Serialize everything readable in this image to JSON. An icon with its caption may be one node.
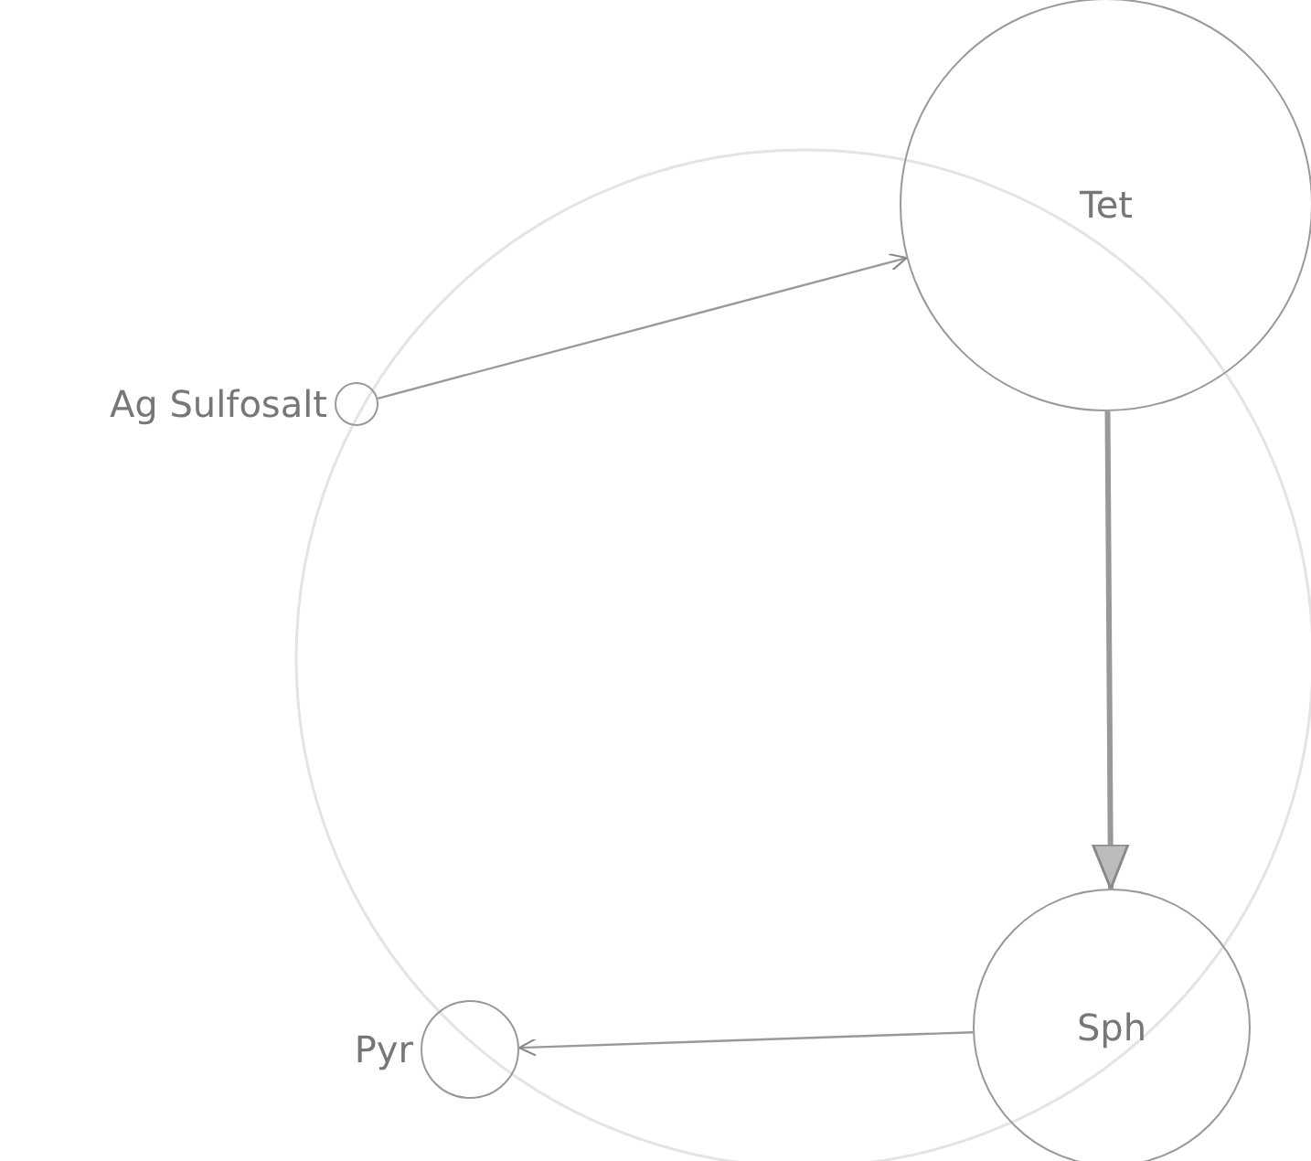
{
  "diagram": {
    "nodes": [
      {
        "text": [
          "Ag Sulfosalt"
        ]
      },
      {
        "text": [
          "Tet"
        ]
      },
      {
        "text": [
          "Sph"
        ]
      },
      {
        "text": [
          "Pyr"
        ]
      }
    ],
    "edges": [
      {
        "from": 0,
        "to": 1,
        "arrow": "to"
      },
      {
        "from": 1,
        "to": 2,
        "arrow": "to",
        "style": "thick"
      },
      {
        "from": 2,
        "to": 3,
        "arrow": "to"
      }
    ]
  }
}
